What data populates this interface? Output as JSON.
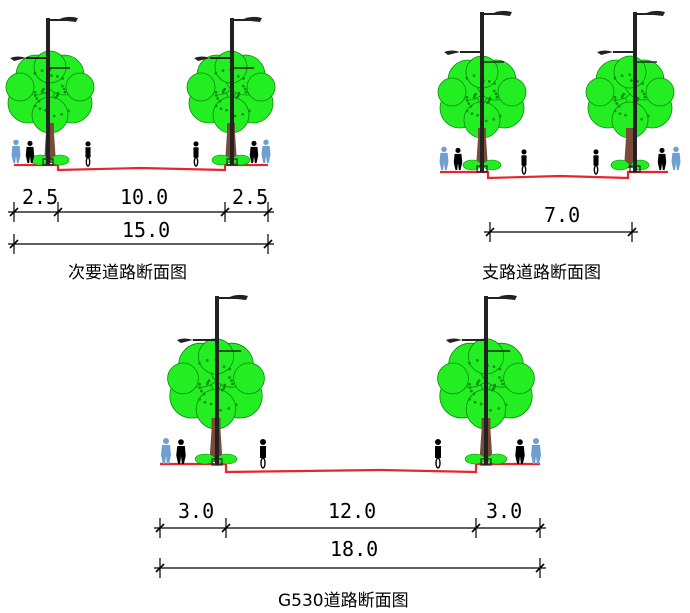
{
  "colors": {
    "road": "#e8242c",
    "foliage": "#22ee22",
    "foliage_dark": "#0a8a0a",
    "trunk": "#7a4a3a",
    "pole": "#222222",
    "pedestrian": "#6f9fd0",
    "dim_line": "#000000"
  },
  "sections": [
    {
      "caption": "次要道路断面图",
      "dims": [
        "2.5",
        "10.0",
        "2.5"
      ],
      "total": "15.0"
    },
    {
      "caption": "支路道路断面图",
      "dims": [],
      "total": "7.0"
    },
    {
      "caption": "G530道路断面图",
      "dims": [
        "3.0",
        "12.0",
        "3.0"
      ],
      "total": "18.0"
    }
  ],
  "icons": [
    "tree-icon",
    "street-lamp-icon",
    "pedestrian-icon",
    "cyclist-icon"
  ]
}
